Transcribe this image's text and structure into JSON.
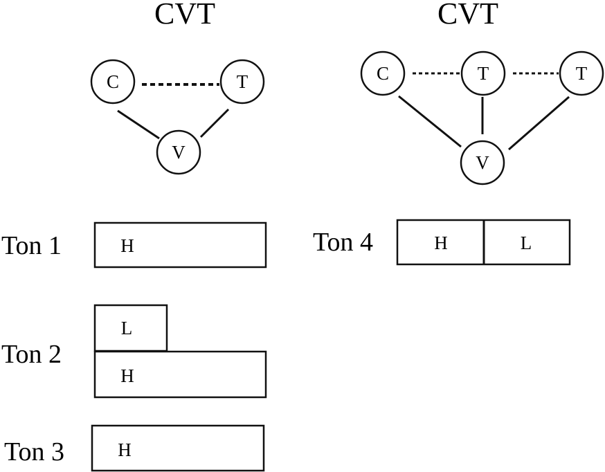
{
  "left_diagram": {
    "title": "CVT",
    "nodes": {
      "c": "C",
      "t": "T",
      "v": "V"
    }
  },
  "right_diagram": {
    "title": "CVT",
    "nodes": {
      "c": "C",
      "t1": "T",
      "t2": "T",
      "v": "V"
    }
  },
  "tones": {
    "ton1": {
      "label": "Ton 1",
      "segments": [
        "H"
      ]
    },
    "ton2": {
      "label": "Ton 2",
      "upper": "L",
      "lower": "H"
    },
    "ton3": {
      "label": "Ton 3",
      "segments": [
        "H"
      ]
    },
    "ton4": {
      "label": "Ton 4",
      "segments": [
        "H",
        "L"
      ]
    }
  }
}
